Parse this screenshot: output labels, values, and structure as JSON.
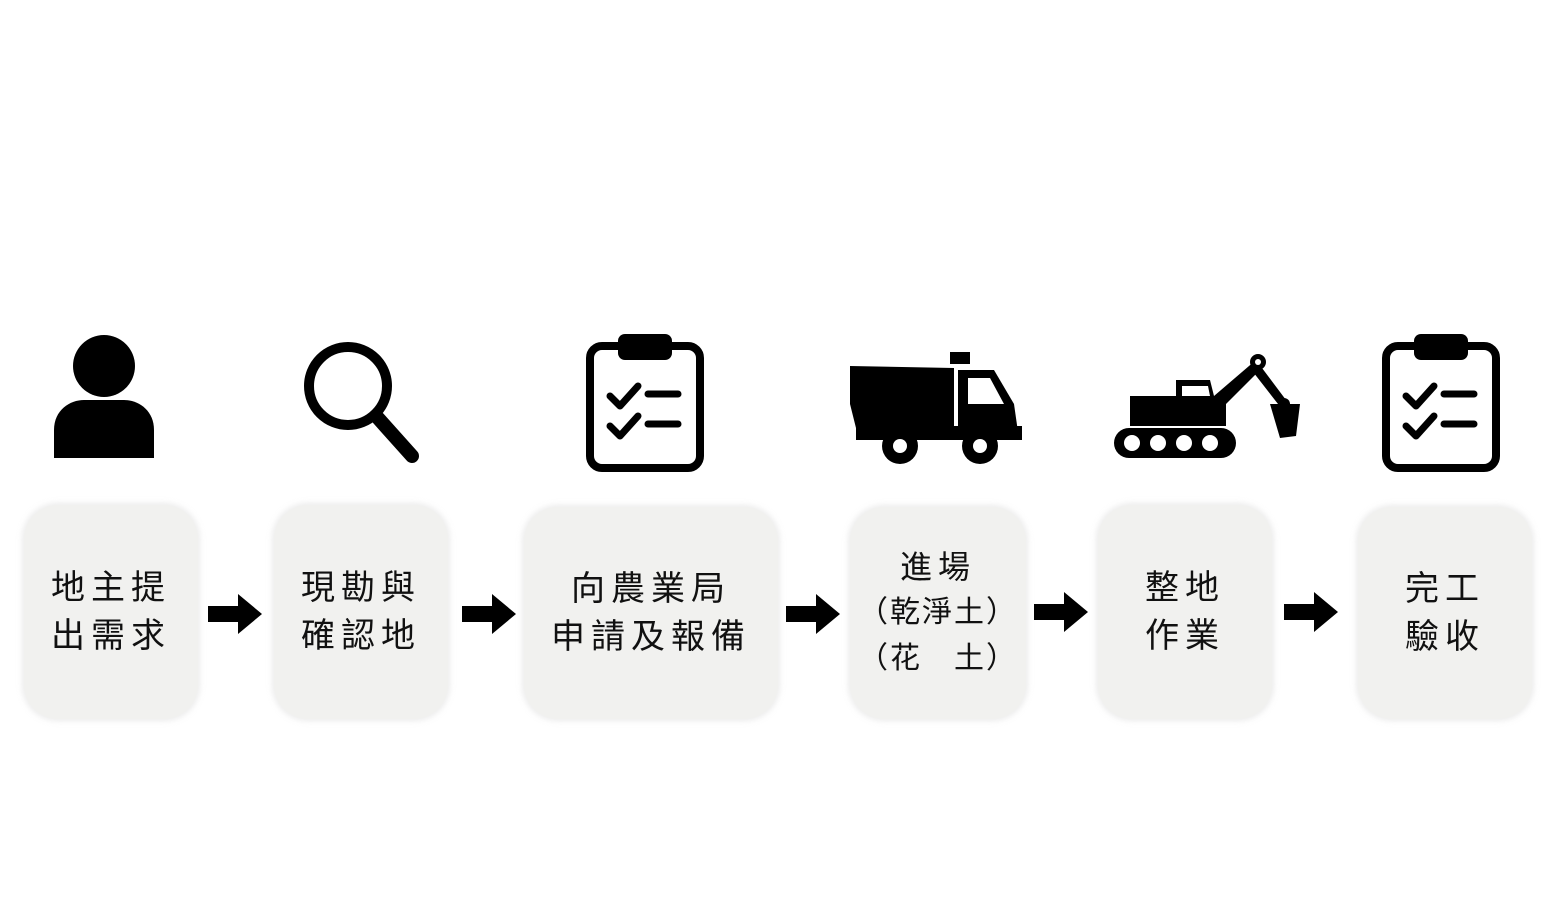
{
  "steps": [
    {
      "icon": "person-icon",
      "lines": [
        "地主提",
        "出需求"
      ]
    },
    {
      "icon": "magnifier-icon",
      "lines": [
        "現勘與",
        "確認地"
      ]
    },
    {
      "icon": "clipboard-checklist-icon",
      "lines": [
        "向農業局",
        "申請及報備"
      ]
    },
    {
      "icon": "dump-truck-icon",
      "lines": [
        "進場",
        "（乾淨土）",
        "（花　土）"
      ]
    },
    {
      "icon": "excavator-icon",
      "lines": [
        "整地",
        "作業"
      ]
    },
    {
      "icon": "clipboard-checklist-icon",
      "lines": [
        "完工",
        "驗收"
      ]
    }
  ],
  "connector_icon": "arrow-right-icon",
  "colors": {
    "box_fill": "#f1f1ef",
    "icon": "#000000",
    "text": "#111111"
  }
}
